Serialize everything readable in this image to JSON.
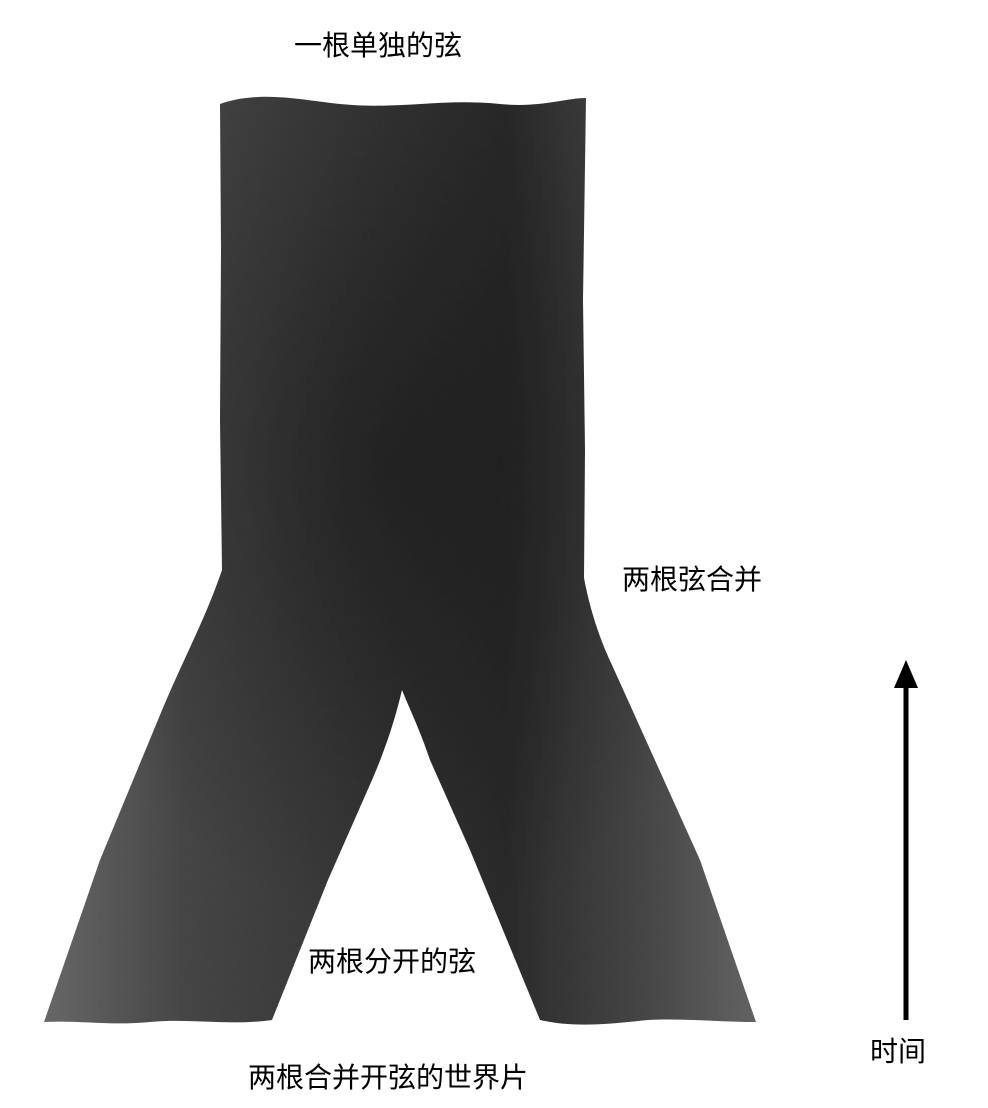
{
  "labels": {
    "single_string": "一根单独的弦",
    "strings_merge": "两根弦合并",
    "two_separate_strings": "两根分开的弦",
    "caption": "两根合并开弦的世界片",
    "time": "时间"
  },
  "colors": {
    "sheet_dark": "#2a2a2a",
    "sheet_mid": "#555555",
    "sheet_light": "#8a8a8a",
    "arrow": "#000000",
    "background": "#ffffff"
  }
}
